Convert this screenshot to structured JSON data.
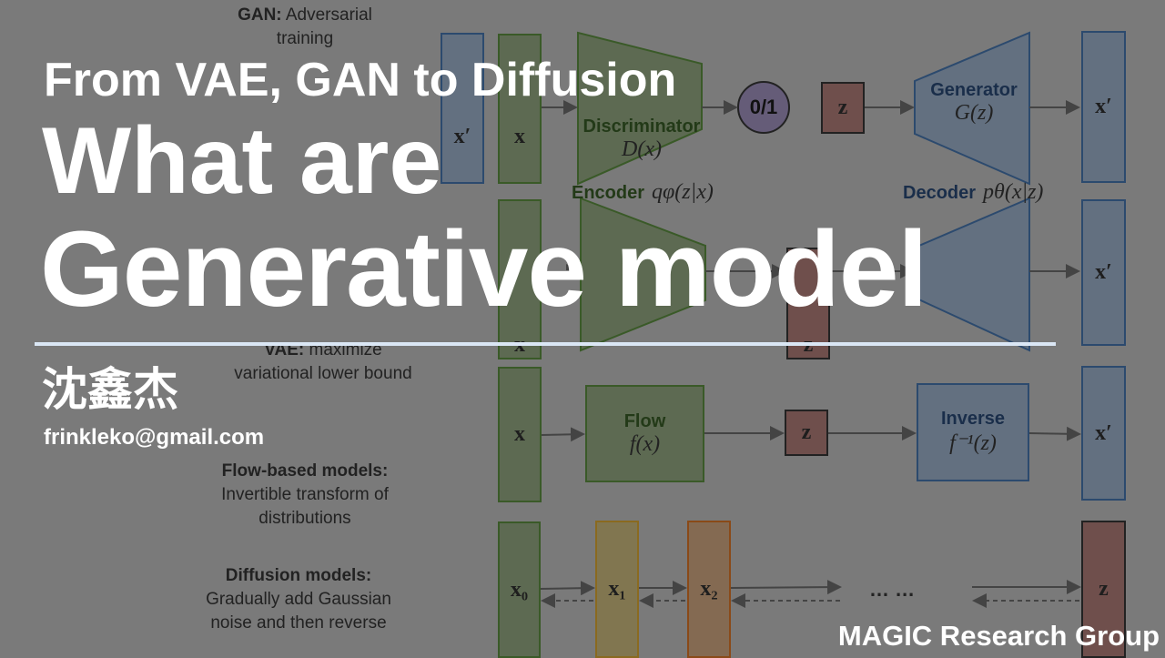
{
  "diagram": {
    "gan": {
      "label_bold": "GAN:",
      "label_rest": " Adversarial",
      "label_line2": "training",
      "x_prime": "x′",
      "x": "x",
      "discriminator": "Discriminator",
      "discriminator_fn": "D(x)",
      "output": "0/1",
      "z": "z",
      "generator": "Generator",
      "generator_fn": "G(z)",
      "x_out": "x′"
    },
    "vae": {
      "label_bold": "VAE:",
      "label_rest": " maximize",
      "label_line2": "variational lower bound",
      "x": "x",
      "encoder": "Encoder",
      "encoder_fn": "qφ(z|x)",
      "z": "z",
      "decoder": "Decoder",
      "decoder_fn": "pθ(x|z)",
      "x_out": "x′"
    },
    "flow": {
      "label_bold": "Flow-based models:",
      "label_line2": "Invertible transform of",
      "label_line3": "distributions",
      "x": "x",
      "flow": "Flow",
      "flow_fn": "f(x)",
      "z": "z",
      "inverse": "Inverse",
      "inverse_fn": "f⁻¹(z)",
      "x_out": "x′"
    },
    "diffusion": {
      "label_bold": "Diffusion models:",
      "label_line2": "Gradually add Gaussian",
      "label_line3": "noise and then reverse",
      "x0": "x₀",
      "x1": "x₁",
      "x2": "x₂",
      "ellipsis": "… …",
      "z": "z"
    }
  },
  "overlay": {
    "subtitle": "From VAE, GAN to Diffusion",
    "title_line1": "What are",
    "title_line2": "Generative model",
    "author": "沈鑫杰",
    "email": "frinkleko@gmail.com",
    "group": "MAGIC Research Group"
  },
  "colors": {
    "background": "#7a7a7a",
    "divider": "#dbe7f5",
    "text": "#ffffff"
  }
}
